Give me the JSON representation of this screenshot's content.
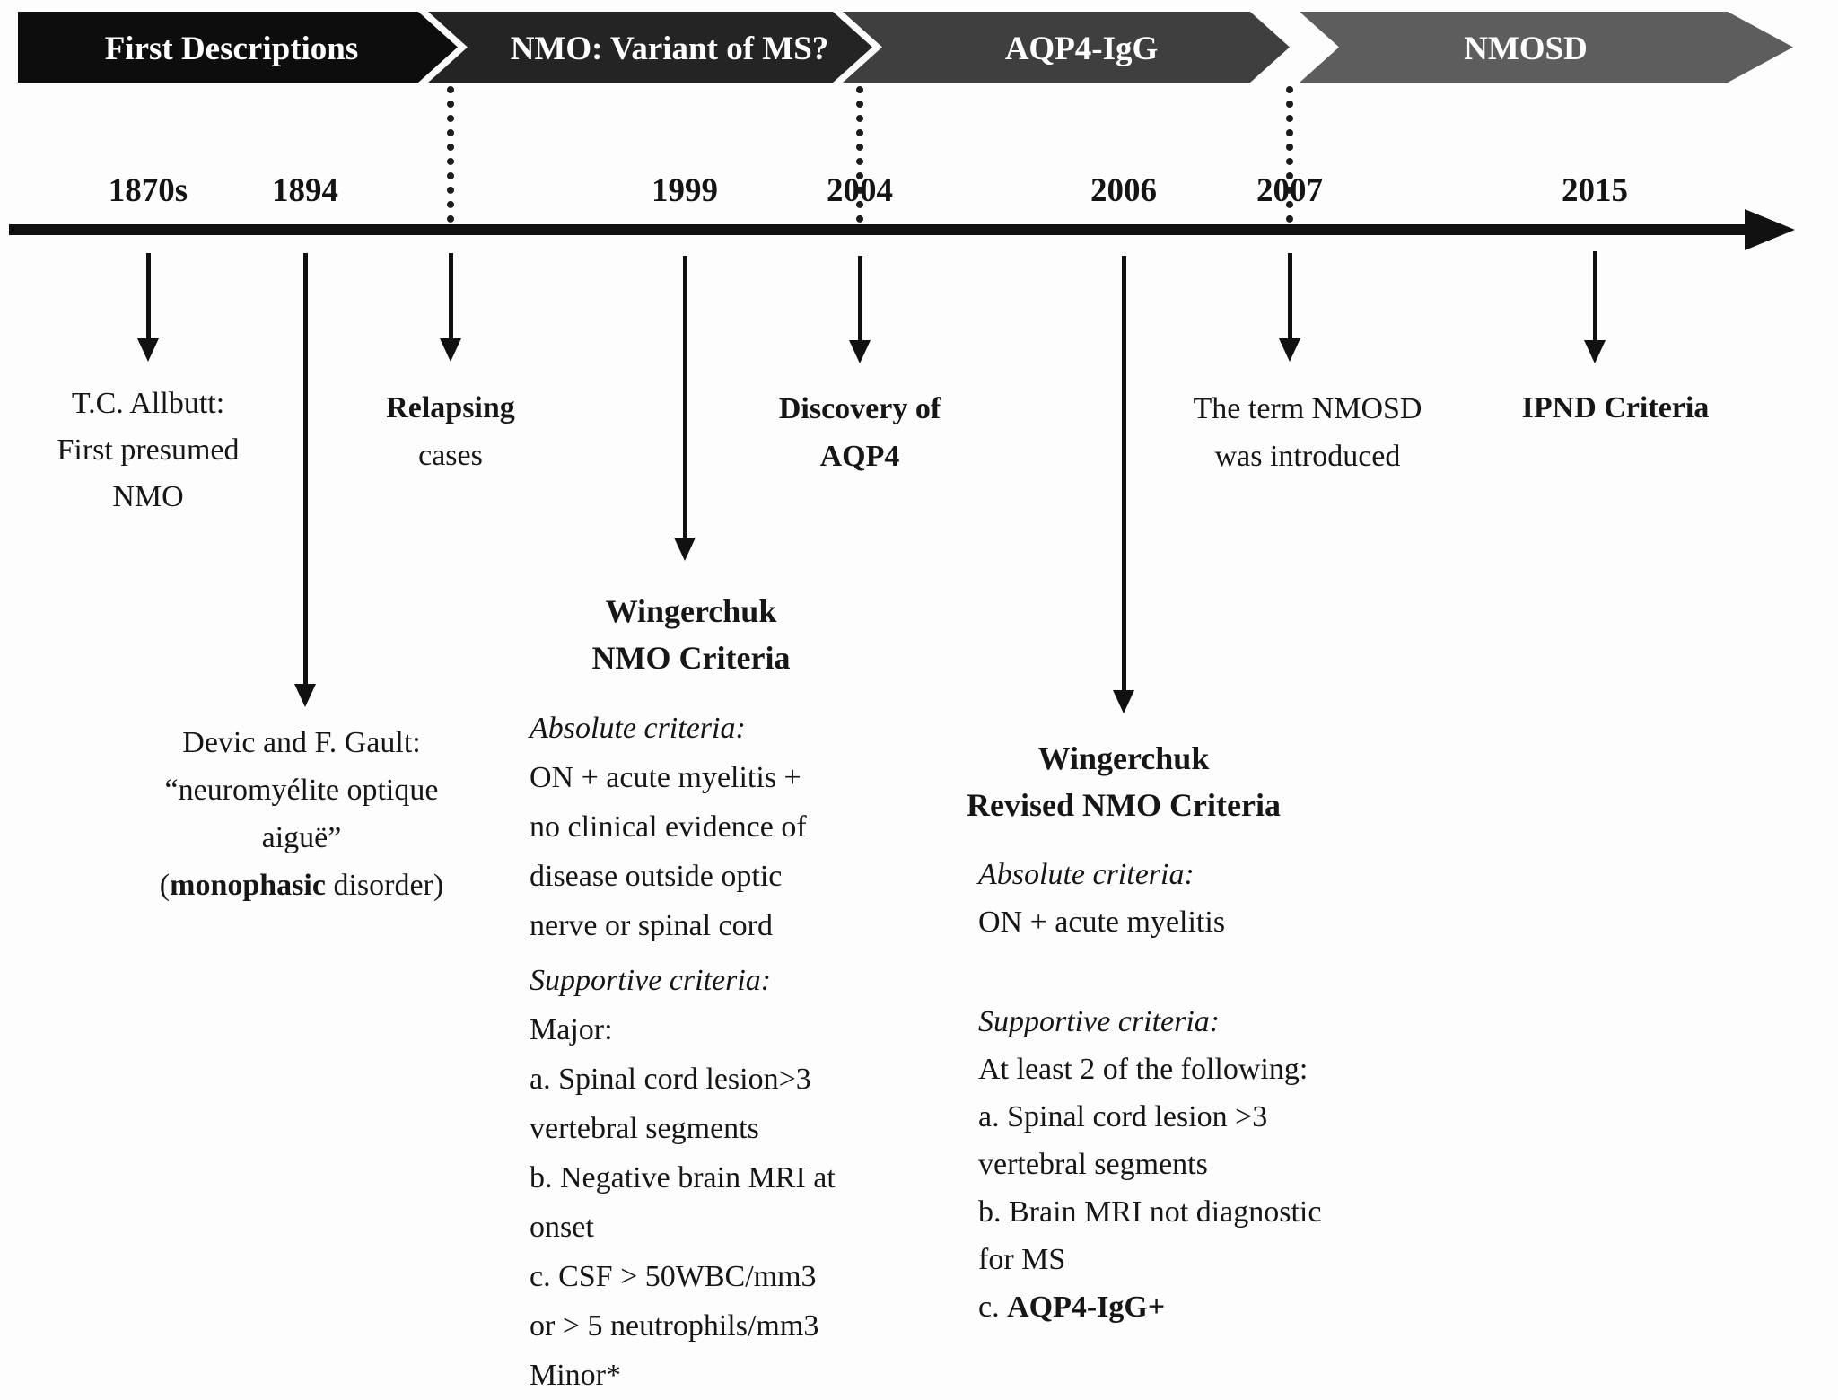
{
  "banner": {
    "segments": [
      {
        "label": "First Descriptions",
        "color": "#0d0d0d"
      },
      {
        "label": "NMO: Variant of MS?",
        "color": "#242424"
      },
      {
        "label": "AQP4-IgG",
        "color": "#3f3f3f"
      },
      {
        "label": "NMOSD",
        "color": "#5d5d5d"
      }
    ],
    "label_color": "#ffffff"
  },
  "timeline": {
    "years": [
      {
        "label": "1870s"
      },
      {
        "label": "1894"
      },
      {
        "label": "1999"
      },
      {
        "label": "2004"
      },
      {
        "label": "2006"
      },
      {
        "label": "2007"
      },
      {
        "label": "2015"
      }
    ]
  },
  "events": {
    "allbutt": {
      "lines": [
        "T.C. Allbutt:",
        "First presumed",
        "NMO"
      ]
    },
    "relapsing": {
      "line1": "Relapsing",
      "line2": "cases"
    },
    "devic": {
      "lines": [
        "Devic and F. Gault:",
        "“neuromyélite optique",
        "aiguë”"
      ],
      "paren_open": "(",
      "bold_word": "monophasic",
      "rest": " disorder)"
    },
    "wingerchuk_1999": {
      "title_lines": [
        "Wingerchuk",
        "NMO Criteria"
      ],
      "absolute_header": "Absolute criteria:",
      "absolute_lines": [
        "ON + acute myelitis +",
        "no clinical evidence of",
        "disease outside optic",
        "nerve or spinal cord"
      ],
      "supportive_header": "Supportive criteria:",
      "supportive_lines": [
        "Major:",
        "a. Spinal cord lesion>3",
        "vertebral segments",
        "b. Negative brain MRI at",
        "onset",
        "c. CSF > 50WBC/mm3",
        "or > 5 neutrophils/mm3",
        "Minor*"
      ]
    },
    "discovery": {
      "line1": "Discovery of",
      "line2": "AQP4"
    },
    "wingerchuk_2006": {
      "title_lines": [
        "Wingerchuk",
        "Revised NMO Criteria"
      ],
      "absolute_header": "Absolute criteria:",
      "absolute_line": "ON + acute myelitis",
      "supportive_header": "Supportive criteria:",
      "supportive_lines": [
        "At least 2 of the following:",
        "a. Spinal cord lesion >3",
        "vertebral segments",
        "b. Brain MRI not diagnostic",
        "for MS"
      ],
      "last_item_prefix": "c. ",
      "last_item_bold": "AQP4-IgG+"
    },
    "nmosd_term": {
      "line1": "The term NMOSD",
      "line2": "was introduced"
    },
    "ipnd": {
      "label": "IPND Criteria"
    }
  }
}
